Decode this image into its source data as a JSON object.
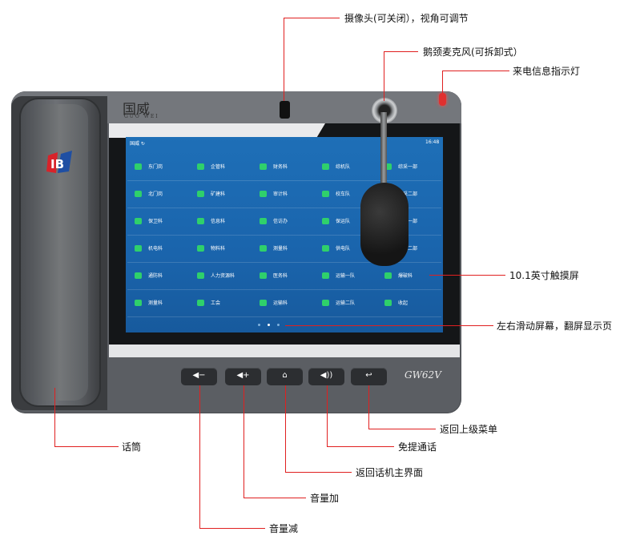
{
  "device": {
    "brand": "国威",
    "brand_sub": "GUO WEI",
    "model": "GW62V",
    "status_left": "国威 ↻",
    "status_time": "16:48"
  },
  "screen": {
    "rows": [
      [
        "东门岗",
        "企管科",
        "财务科",
        "综机队",
        "综采一部"
      ],
      [
        "北门岗",
        "矿建科",
        "审计科",
        "校车队",
        "综采二部"
      ],
      [
        "保卫科",
        "信息科",
        "信访办",
        "保运队",
        "综采一部"
      ],
      [
        "机电科",
        "物料科",
        "测量科",
        "供电队",
        "综采二部"
      ],
      [
        "通防科",
        "人力资源科",
        "医务科",
        "运输一队",
        "爆破科"
      ],
      [
        "测量科",
        "工会",
        "运输科",
        "运输二队",
        "收起"
      ]
    ]
  },
  "buttons": [
    {
      "name": "volume-down-button",
      "glyph": "◀−"
    },
    {
      "name": "volume-up-button",
      "glyph": "◀+"
    },
    {
      "name": "home-button",
      "glyph": "⌂"
    },
    {
      "name": "speaker-button",
      "glyph": "◀))"
    },
    {
      "name": "back-button",
      "glyph": "↩"
    }
  ],
  "labels": {
    "camera": "摄像头(可关闭），视角可调节",
    "mic": "鹅颈麦克风(可拆卸式）",
    "led": "来电信息指示灯",
    "touchscreen": "10.1英寸触摸屏",
    "swipe": "左右滑动屏幕，翻屏显示页",
    "back": "返回上级菜单",
    "handsfree": "免提通话",
    "home": "返回话机主界面",
    "vol_up": "音量加",
    "vol_down": "音量减",
    "handset": "话筒"
  },
  "colors": {
    "leader_line": "#e02020",
    "screen_blue": "#1e6fb7",
    "icon_green": "#2fd06b",
    "led_red": "#e0302f"
  }
}
